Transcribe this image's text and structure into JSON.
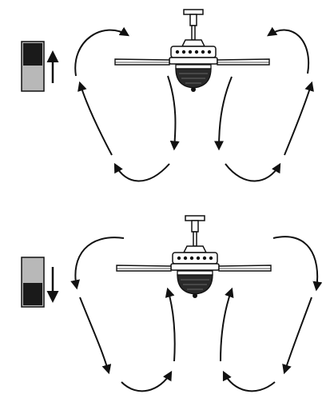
{
  "figure": {
    "panels": [
      {
        "id": "summer",
        "switch_position": "up",
        "direction_arrow": "up",
        "airflow": "downward-center-upward-sides"
      },
      {
        "id": "winter",
        "switch_position": "down",
        "direction_arrow": "down",
        "airflow": "upward-center-downward-sides"
      }
    ],
    "colors": {
      "ink": "#111111",
      "switch_dark": "#1a1a1a",
      "switch_light": "#b8b8b8",
      "background": "#ffffff"
    }
  }
}
